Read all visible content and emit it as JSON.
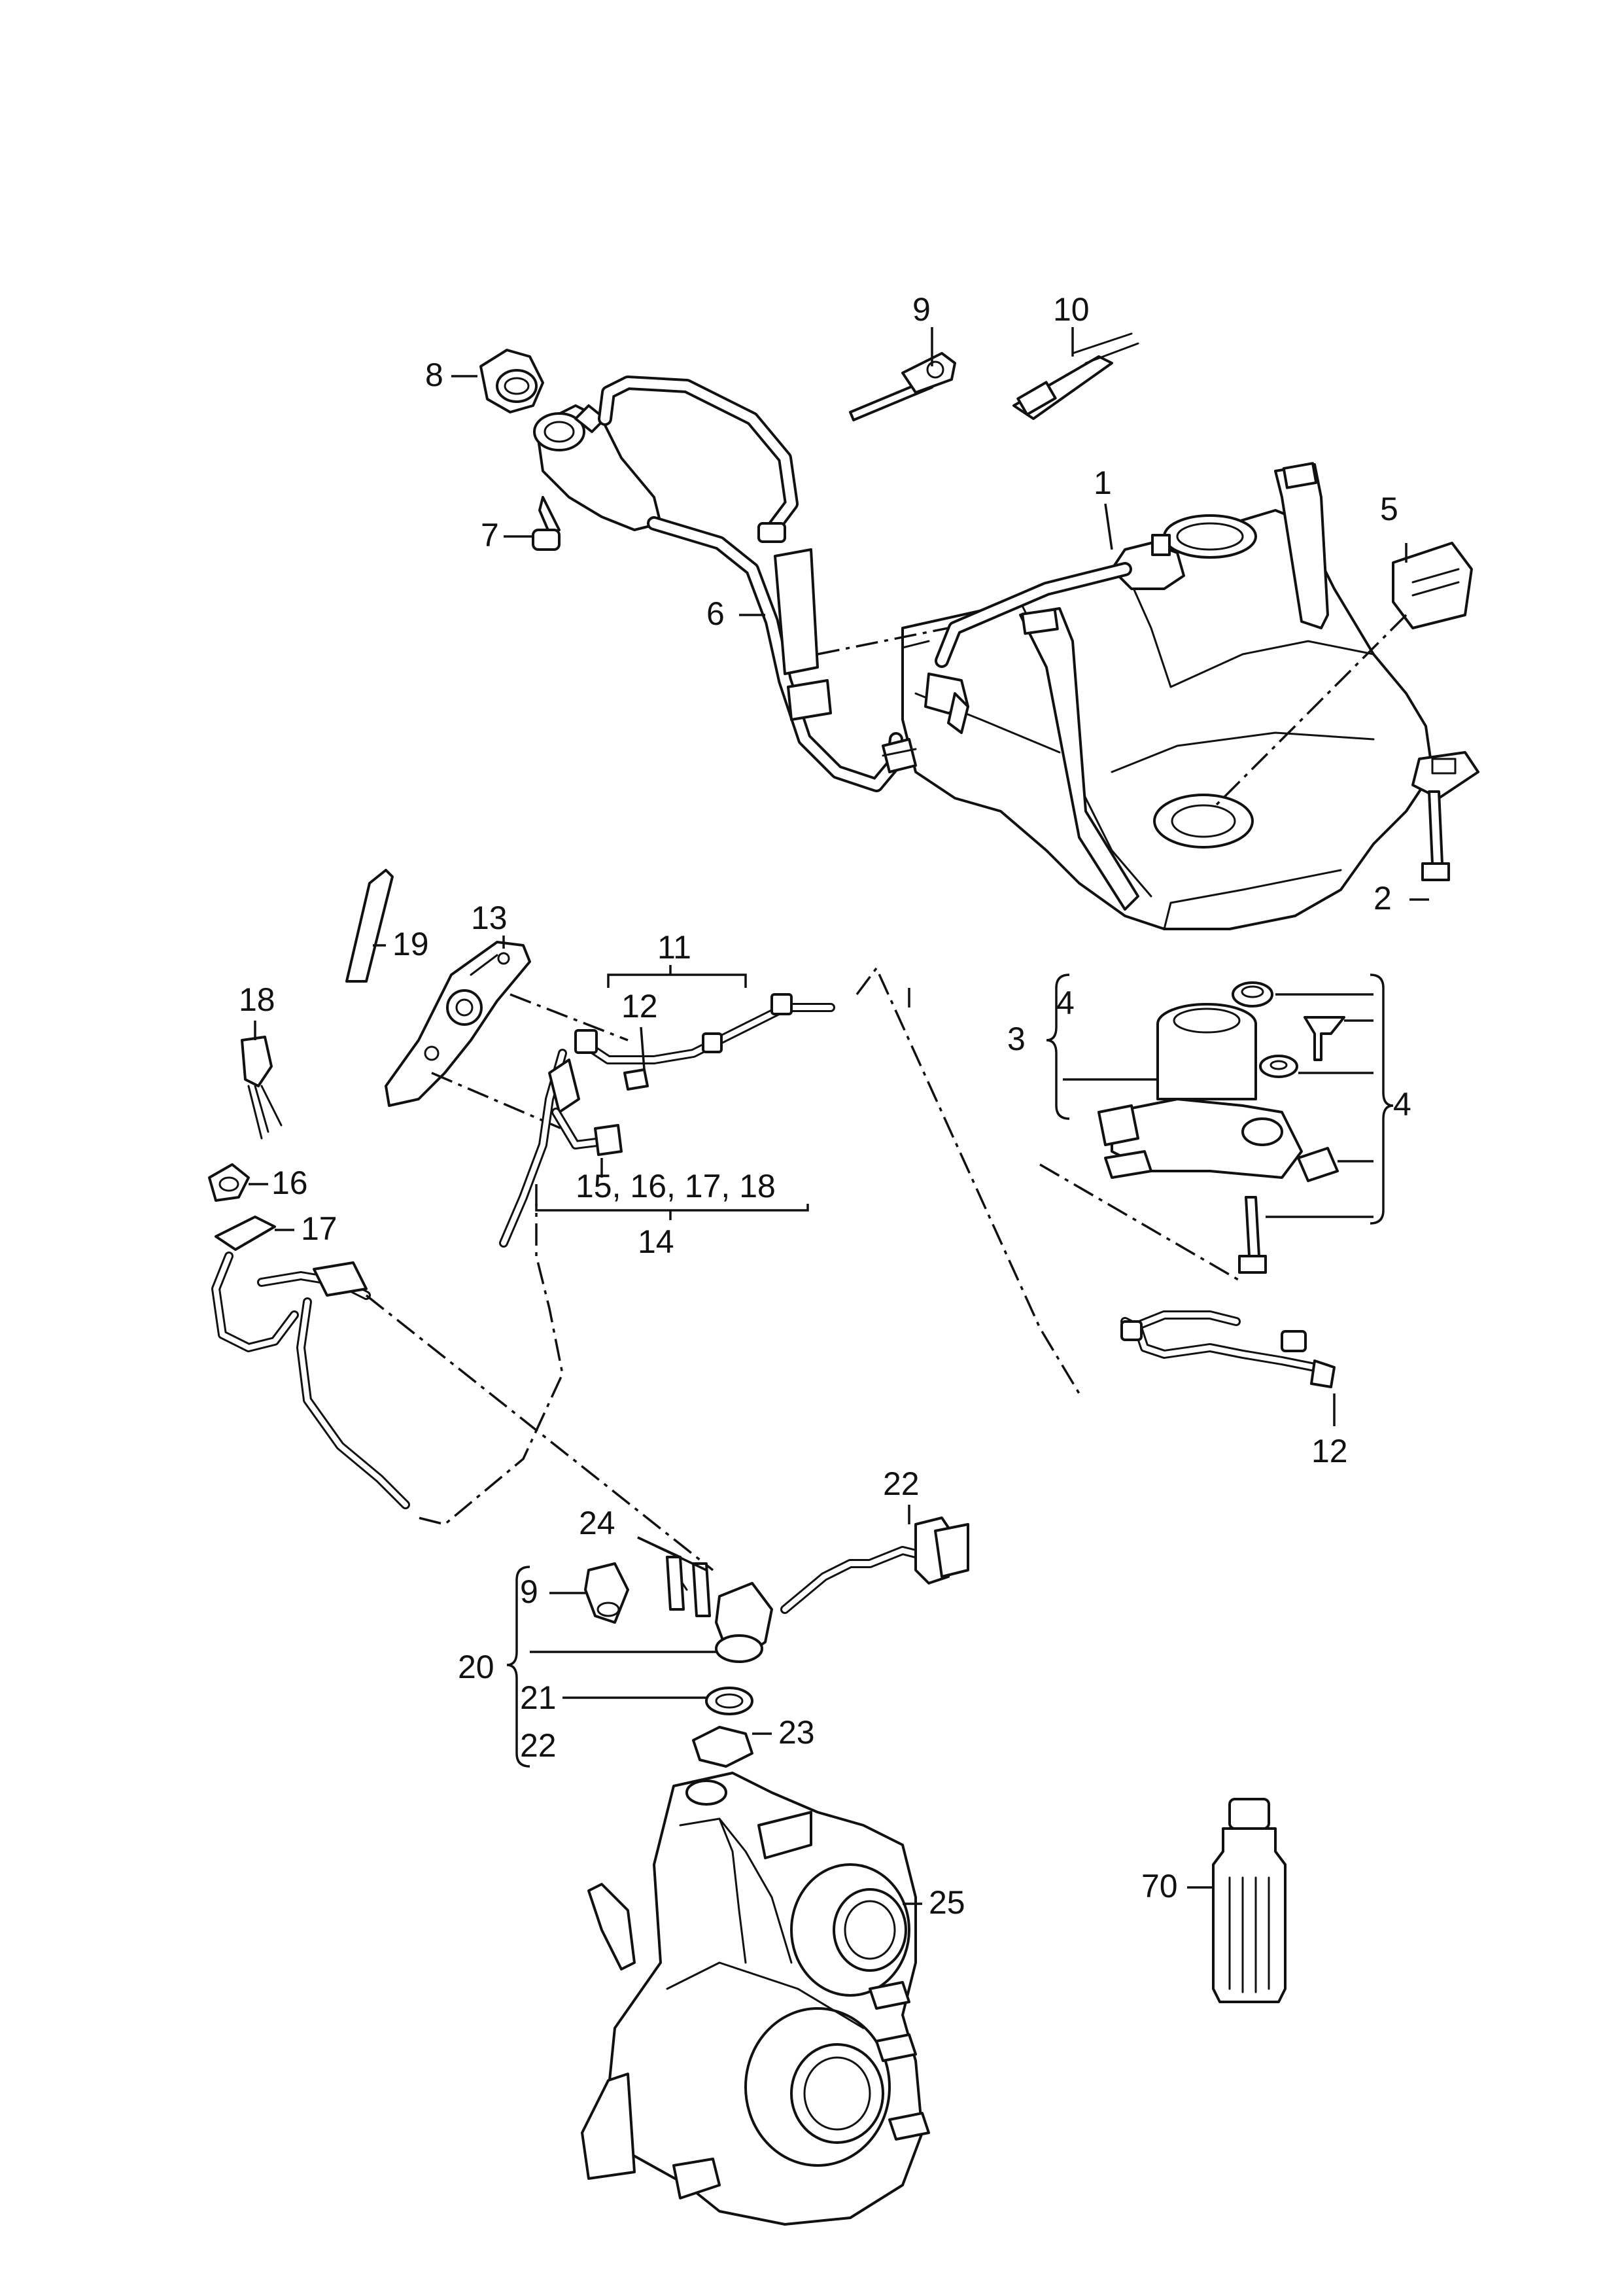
{
  "labels": {
    "p1": "1",
    "p2": "2",
    "p3": "3",
    "p4a": "4",
    "p4b": "4",
    "p5": "5",
    "p6": "6",
    "p7": "7",
    "p8": "8",
    "p9a": "9",
    "p9b": "9",
    "p10": "10",
    "p11": "11",
    "p12a": "12",
    "p12b": "12",
    "p13": "13",
    "p14": "14",
    "p15_18": "15, 16, 17, 18",
    "p16": "16",
    "p17": "17",
    "p18": "18",
    "p19": "19",
    "p20": "20",
    "p21": "21",
    "p22a": "22",
    "p22b": "22",
    "p23": "23",
    "p24": "24",
    "p25": "25",
    "p70": "70"
  }
}
